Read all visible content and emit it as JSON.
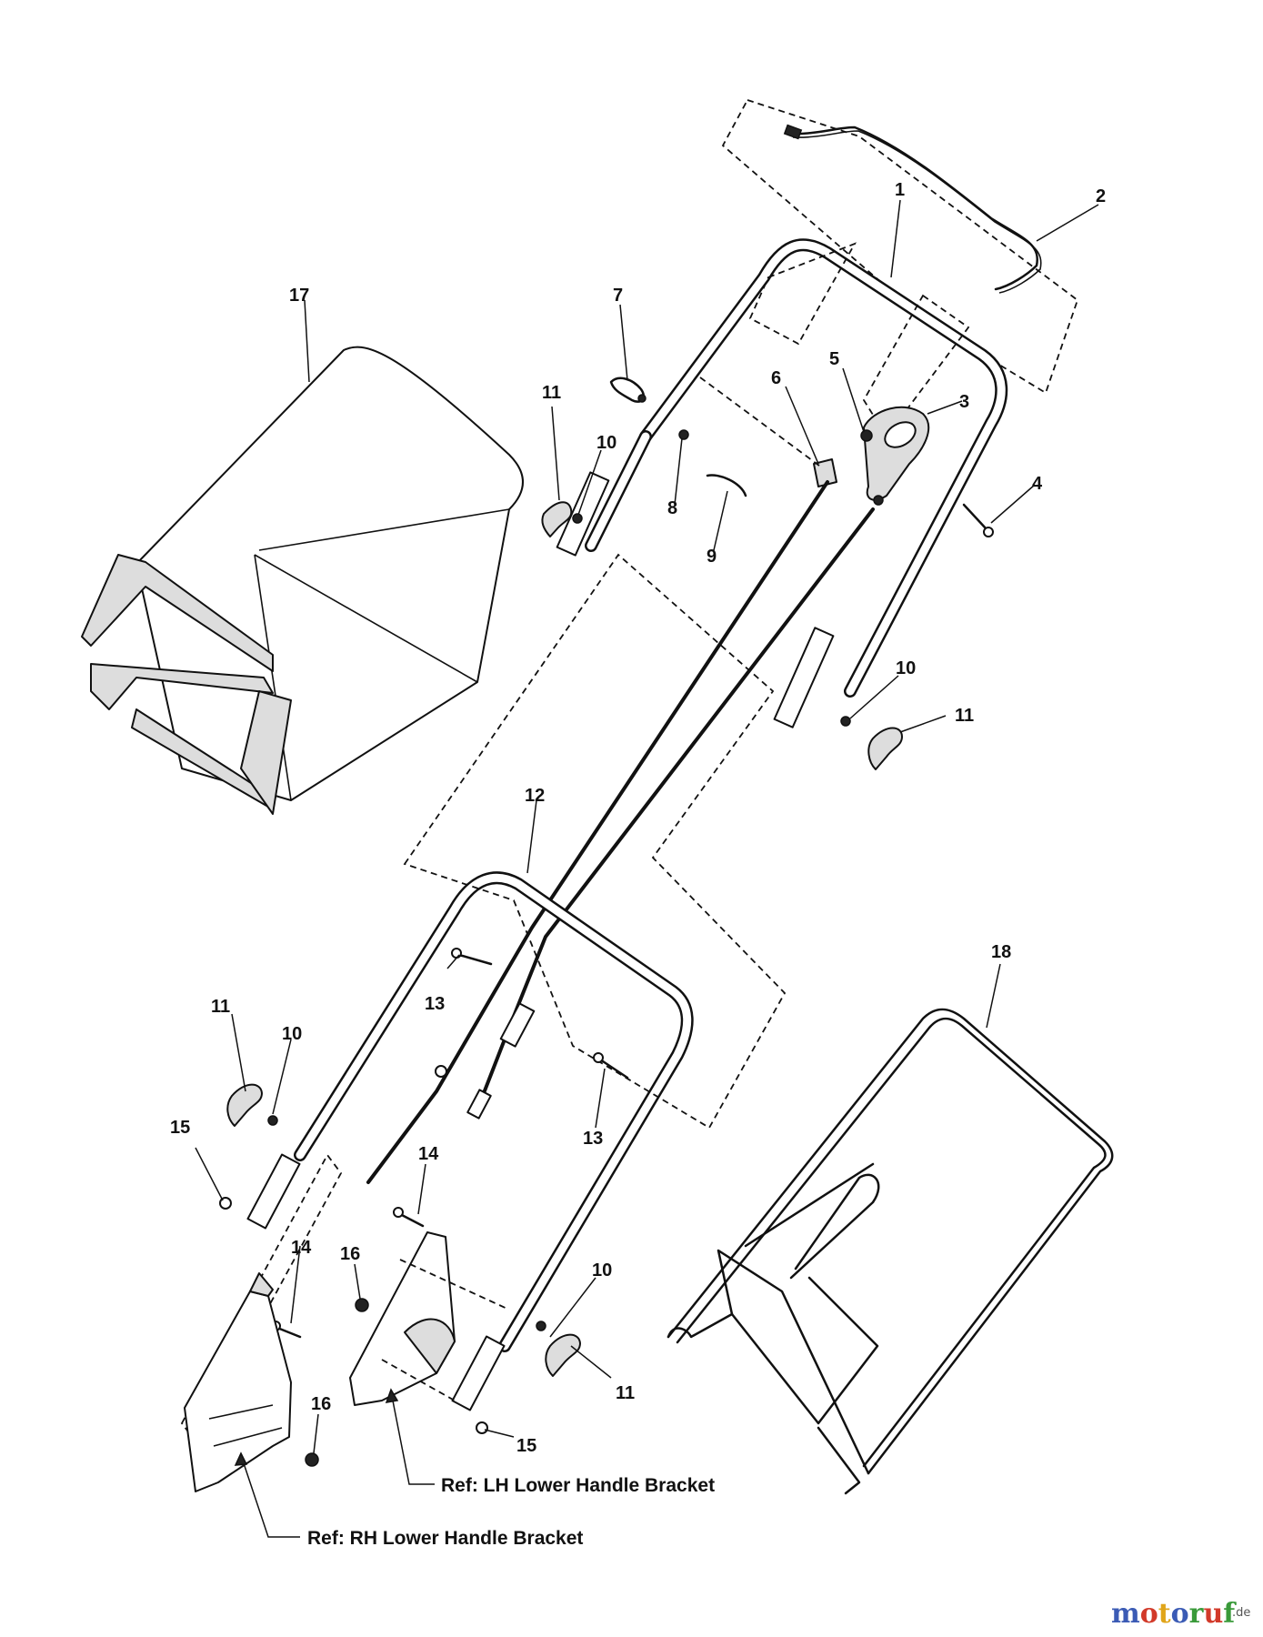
{
  "callouts": [
    "1",
    "2",
    "3",
    "4",
    "5",
    "6",
    "7",
    "8",
    "9",
    "10",
    "10",
    "10",
    "10",
    "11",
    "11",
    "11",
    "11",
    "12",
    "13",
    "13",
    "14",
    "14",
    "15",
    "15",
    "16",
    "16",
    "17",
    "18"
  ],
  "references": {
    "lh_bracket": "Ref: LH Lower Handle Bracket",
    "rh_bracket": "Ref: RH Lower Handle Bracket"
  },
  "watermark": {
    "text": "motoruf",
    "suffix": ".de",
    "colors": [
      "#3b5bb5",
      "#d23a2a",
      "#e0a51a",
      "#3b5bb5",
      "#3a9a3a",
      "#d23a2a",
      "#3a9a3a"
    ]
  }
}
